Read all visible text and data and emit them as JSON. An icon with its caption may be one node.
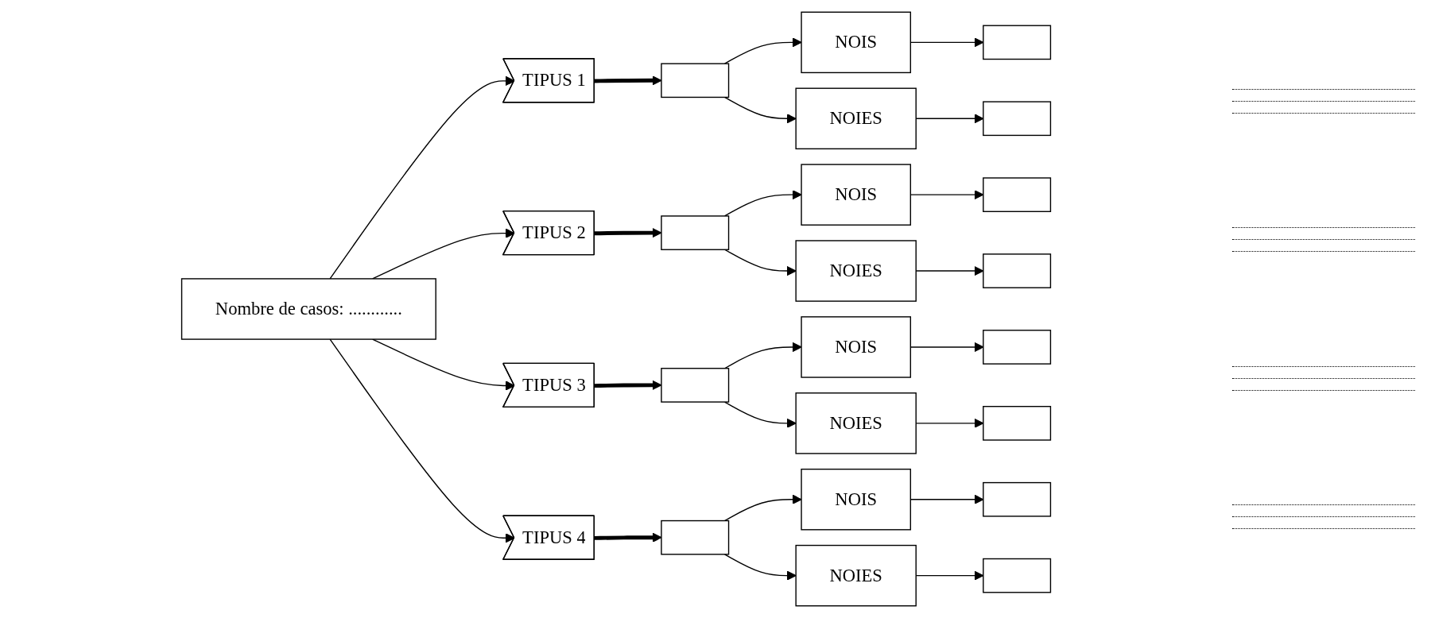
{
  "diagram": {
    "nodes": [
      {
        "text": [
          "Nombre de casos: ............"
        ]
      },
      {
        "text": [
          "TIPUS 1"
        ]
      },
      {
        "text": [
          "TIPUS 2"
        ]
      },
      {
        "text": [
          "TIPUS 3"
        ]
      },
      {
        "text": [
          "TIPUS 4"
        ]
      },
      {
        "text": [],
        "shape": "box"
      },
      {
        "text": [],
        "shape": "box"
      },
      {
        "text": [],
        "shape": "box"
      },
      {
        "text": [],
        "shape": "box"
      },
      {
        "text": [
          "NOIS"
        ]
      },
      {
        "text": [
          "NOIES"
        ]
      },
      {
        "text": [
          "NOIS"
        ]
      },
      {
        "text": [
          "NOIES"
        ]
      },
      {
        "text": [
          "NOIS"
        ]
      },
      {
        "text": [
          "NOIES"
        ]
      },
      {
        "text": [
          "NOIS"
        ]
      },
      {
        "text": [
          "NOIES"
        ]
      },
      {
        "text": [],
        "shape": "box"
      },
      {
        "text": [],
        "shape": "box"
      },
      {
        "text": [],
        "shape": "box"
      },
      {
        "text": [],
        "shape": "box"
      },
      {
        "text": [],
        "shape": "box"
      },
      {
        "text": [],
        "shape": "box"
      },
      {
        "text": [],
        "shape": "box"
      },
      {
        "text": [],
        "shape": "box"
      }
    ],
    "edges": [
      {
        "from": 0,
        "to": 1,
        "arrow": "to"
      },
      {
        "from": 0,
        "to": 2,
        "arrow": "to"
      },
      {
        "from": 0,
        "to": 3,
        "arrow": "to"
      },
      {
        "from": 0,
        "to": 4,
        "arrow": "to"
      },
      {
        "from": 1,
        "to": 5,
        "arrow": "to",
        "style": "thick"
      },
      {
        "from": 2,
        "to": 6,
        "arrow": "to",
        "style": "thick"
      },
      {
        "from": 3,
        "to": 7,
        "arrow": "to",
        "style": "thick"
      },
      {
        "from": 4,
        "to": 8,
        "arrow": "to",
        "style": "thick"
      },
      {
        "from": 5,
        "to": 9,
        "arrow": "to"
      },
      {
        "from": 5,
        "to": 10,
        "arrow": "to"
      },
      {
        "from": 6,
        "to": 11,
        "arrow": "to"
      },
      {
        "from": 6,
        "to": 12,
        "arrow": "to"
      },
      {
        "from": 7,
        "to": 13,
        "arrow": "to"
      },
      {
        "from": 7,
        "to": 14,
        "arrow": "to"
      },
      {
        "from": 8,
        "to": 15,
        "arrow": "to"
      },
      {
        "from": 8,
        "to": 16,
        "arrow": "to"
      },
      {
        "from": 9,
        "to": 17,
        "arrow": "to"
      },
      {
        "from": 10,
        "to": 18,
        "arrow": "to"
      },
      {
        "from": 11,
        "to": 19,
        "arrow": "to"
      },
      {
        "from": 12,
        "to": 20,
        "arrow": "to"
      },
      {
        "from": 13,
        "to": 21,
        "arrow": "to"
      },
      {
        "from": 14,
        "to": 22,
        "arrow": "to"
      },
      {
        "from": 15,
        "to": 23,
        "arrow": "to"
      },
      {
        "from": 16,
        "to": 24,
        "arrow": "to"
      }
    ]
  }
}
